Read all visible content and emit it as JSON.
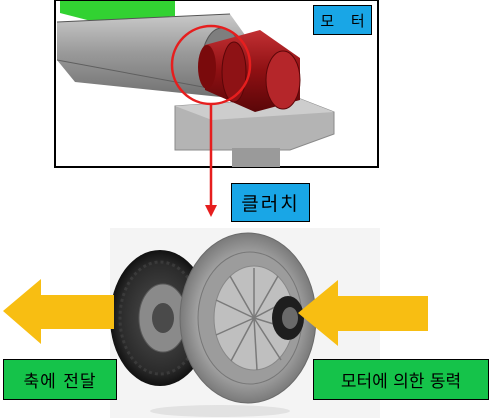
{
  "labels": {
    "motor": "모 터",
    "clutch": "클러치",
    "to_axis": "축에 전달",
    "motor_power": "모터에 의한 동력"
  },
  "colors": {
    "label_blue": "#19a6e6",
    "label_green": "#15c34a",
    "arrow_yellow": "#f8be12",
    "callout_red": "#e61e1e",
    "motor_red": "#9a1518"
  },
  "icons": [
    "motor-shaft-illustration",
    "clutch-assembly-illustration",
    "arrow-left-icon",
    "arrow-right-icon"
  ]
}
